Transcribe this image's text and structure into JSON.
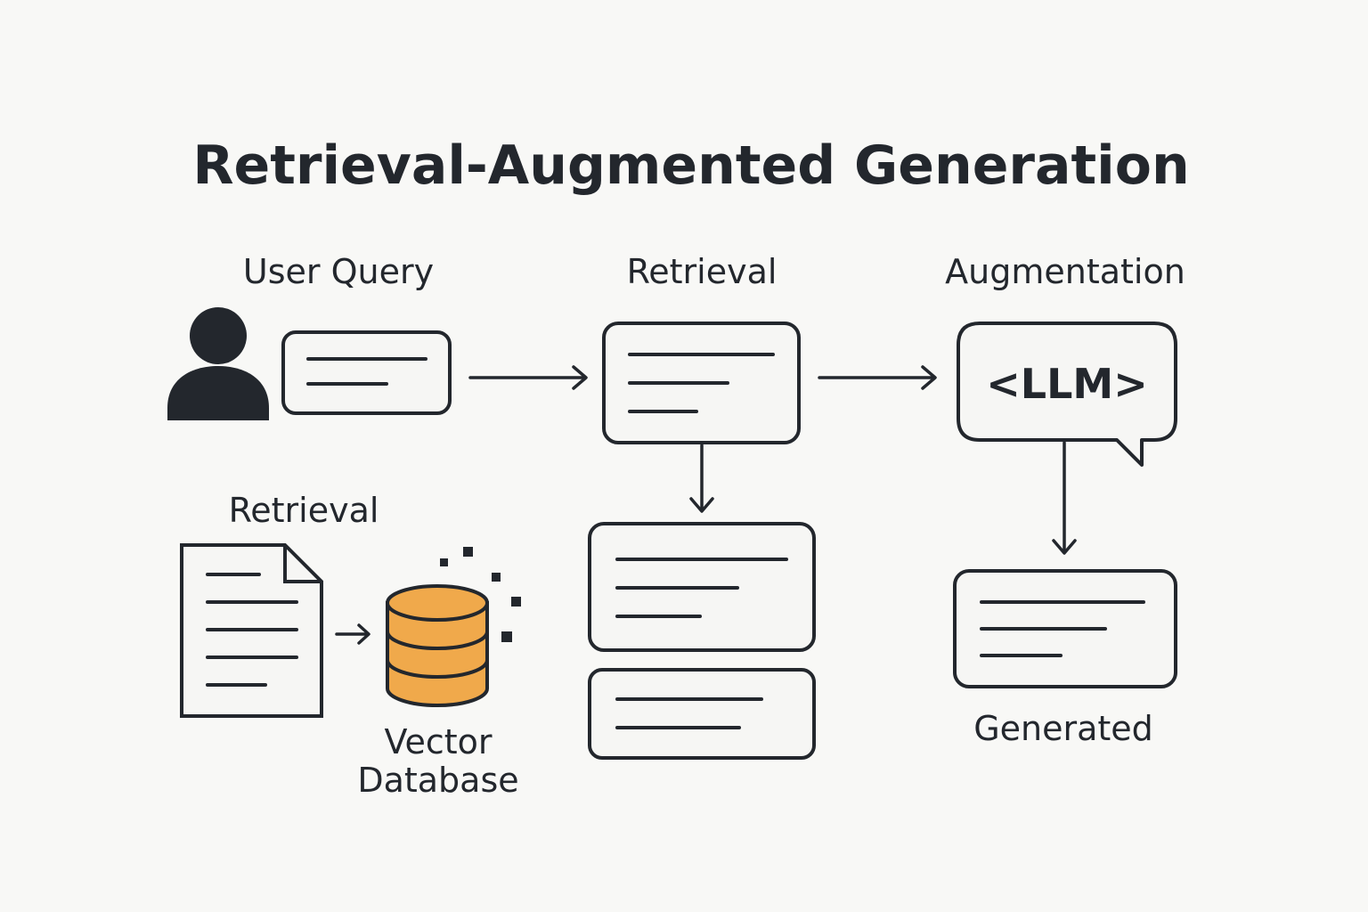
{
  "title": "Retrieval-Augmented Generation",
  "labels": {
    "user_query": "User Query",
    "retrieval_top": "Retrieval",
    "augmentation": "Augmentation",
    "retrieval_left": "Retrieval",
    "vector_db_line1": "Vector",
    "vector_db_line2": "Database",
    "generated": "Generated",
    "llm": "<LLM>"
  },
  "colors": {
    "ink": "#23272d",
    "database_fill": "#f0a94b",
    "background": "#f8f8f6"
  },
  "icons": [
    "user-icon",
    "document-icon",
    "database-icon",
    "speech-bubble-icon"
  ]
}
